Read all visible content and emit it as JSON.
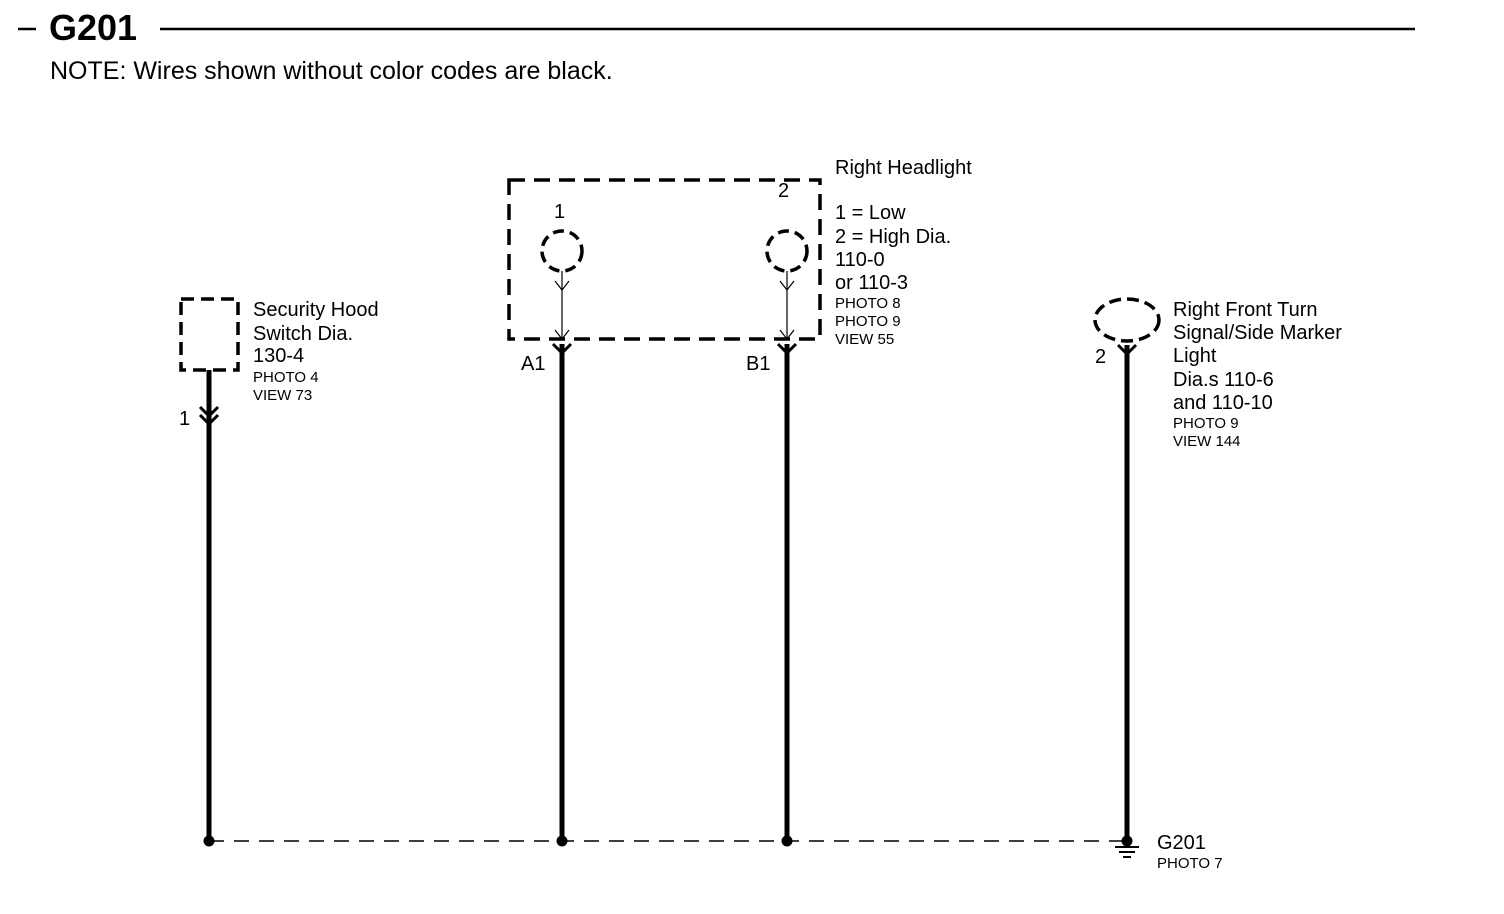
{
  "header": {
    "title": "G201",
    "note": "NOTE: Wires shown without color codes are black."
  },
  "headlight": {
    "title": "Right Headlight",
    "pin1_label": "1",
    "pin2_label": "2",
    "legend1": "1 =  Low",
    "legend2": "2 =  High Dia.",
    "dia1": "110-0",
    "dia2": "or 110-3",
    "photo1": "PHOTO 8",
    "photo2": "PHOTO 9",
    "view": "VIEW 55",
    "terminal_a": "A1",
    "terminal_b": "B1"
  },
  "hood_switch": {
    "line1": "Security Hood",
    "line2": "Switch Dia.",
    "line3": "130-4",
    "photo": "PHOTO 4",
    "view": "VIEW 73",
    "pin": "1"
  },
  "turn_signal": {
    "line1": "Right Front Turn",
    "line2": "Signal/Side Marker",
    "line3": "Light",
    "line4": "Dia.s 110-6",
    "line5": "and 110-10",
    "photo": "PHOTO 9",
    "view": "VIEW 144",
    "pin": "2"
  },
  "ground": {
    "name": "G201",
    "photo": "PHOTO 7"
  }
}
